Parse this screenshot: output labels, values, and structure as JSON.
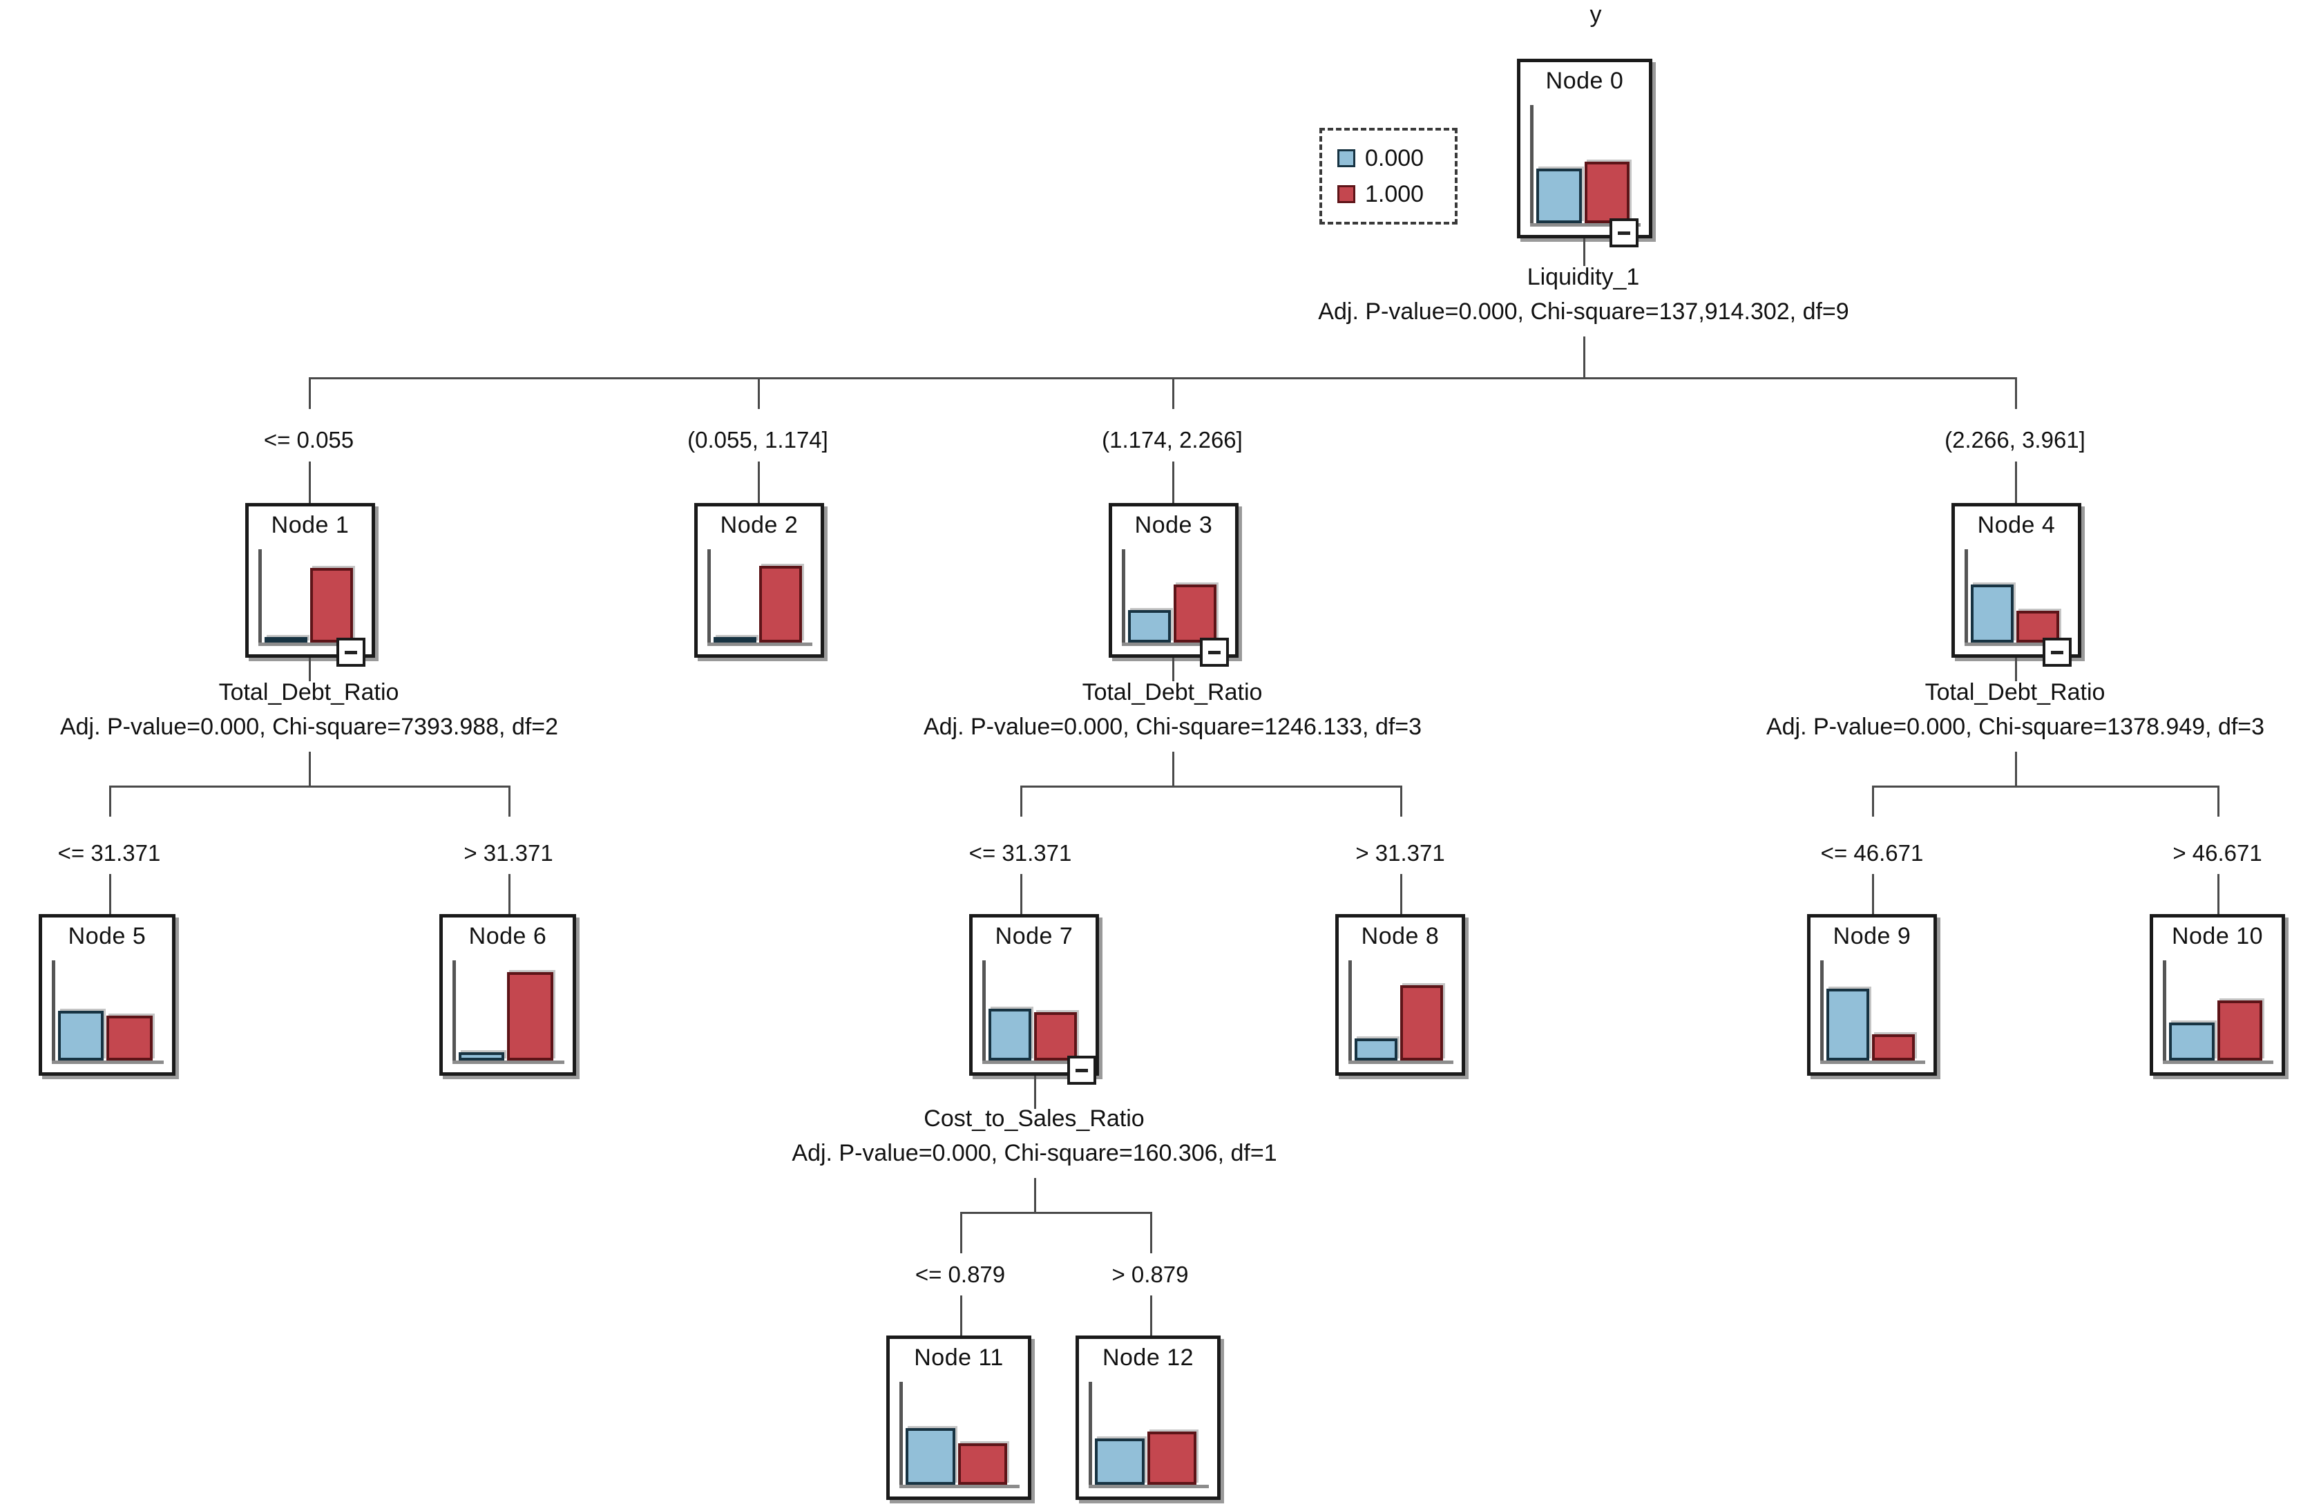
{
  "diagram": {
    "root_label": "y",
    "type": "chaid-decision-tree"
  },
  "legend": {
    "items": [
      {
        "label": "0.000",
        "color": "#92BFD8",
        "name": "class-0"
      },
      {
        "label": "1.000",
        "color": "#C4474F",
        "name": "class-1"
      }
    ]
  },
  "nodes": [
    {
      "id": 0,
      "title": "Node 0",
      "blue": 46,
      "red": 52
    },
    {
      "id": 1,
      "title": "Node 1",
      "blue": 5,
      "red": 80
    },
    {
      "id": 2,
      "title": "Node 2",
      "blue": 5,
      "red": 82
    },
    {
      "id": 3,
      "title": "Node 3",
      "blue": 35,
      "red": 62
    },
    {
      "id": 4,
      "title": "Node 4",
      "blue": 62,
      "red": 34
    },
    {
      "id": 5,
      "title": "Node 5",
      "blue": 50,
      "red": 45
    },
    {
      "id": 6,
      "title": "Node 6",
      "blue": 8,
      "red": 88
    },
    {
      "id": 7,
      "title": "Node 7",
      "blue": 52,
      "red": 48
    },
    {
      "id": 8,
      "title": "Node 8",
      "blue": 22,
      "red": 75
    },
    {
      "id": 9,
      "title": "Node 9",
      "blue": 72,
      "red": 26
    },
    {
      "id": 10,
      "title": "Node 10",
      "blue": 38,
      "red": 60
    },
    {
      "id": 11,
      "title": "Node 11",
      "blue": 55,
      "red": 40
    },
    {
      "id": 12,
      "title": "Node 12",
      "blue": 45,
      "red": 52
    }
  ],
  "splits": [
    {
      "parent": 0,
      "variable": "Liquidity_1",
      "stats": "Adj. P-value=0.000, Chi-square=137,914.302, df=9"
    },
    {
      "parent": 1,
      "variable": "Total_Debt_Ratio",
      "stats": "Adj. P-value=0.000, Chi-square=7393.988, df=2"
    },
    {
      "parent": 3,
      "variable": "Total_Debt_Ratio",
      "stats": "Adj. P-value=0.000, Chi-square=1246.133, df=3"
    },
    {
      "parent": 4,
      "variable": "Total_Debt_Ratio",
      "stats": "Adj. P-value=0.000, Chi-square=1378.949, df=3"
    },
    {
      "parent": 7,
      "variable": "Cost_to_Sales_Ratio",
      "stats": "Adj. P-value=0.000, Chi-square=160.306, df=1"
    }
  ],
  "edge_labels": {
    "root": [
      "<= 0.055",
      "(0.055, 1.174]",
      "(1.174, 2.266]",
      "(2.266, 3.961]"
    ],
    "node1": [
      "<= 31.371",
      "> 31.371"
    ],
    "node3": [
      "<= 31.371",
      ">  31.371"
    ],
    "node4": [
      "<= 46.671",
      "> 46.671"
    ],
    "node7": [
      "<= 0.879",
      "> 0.879"
    ]
  },
  "chart_data": {
    "type": "bar",
    "title": "CHAID decision tree — target y",
    "legend_position": "top-left",
    "categories": [
      "0.000",
      "1.000"
    ],
    "colors": {
      "0.000": "#92BFD8",
      "1.000": "#C4474F"
    },
    "nodes": [
      {
        "node": "Node 0",
        "values": [
          46,
          52
        ]
      },
      {
        "node": "Node 1",
        "values": [
          5,
          80
        ]
      },
      {
        "node": "Node 2",
        "values": [
          5,
          82
        ]
      },
      {
        "node": "Node 3",
        "values": [
          35,
          62
        ]
      },
      {
        "node": "Node 4",
        "values": [
          62,
          34
        ]
      },
      {
        "node": "Node 5",
        "values": [
          50,
          45
        ]
      },
      {
        "node": "Node 6",
        "values": [
          8,
          88
        ]
      },
      {
        "node": "Node 7",
        "values": [
          52,
          48
        ]
      },
      {
        "node": "Node 8",
        "values": [
          22,
          75
        ]
      },
      {
        "node": "Node 9",
        "values": [
          72,
          26
        ]
      },
      {
        "node": "Node 10",
        "values": [
          38,
          60
        ]
      },
      {
        "node": "Node 11",
        "values": [
          55,
          40
        ]
      },
      {
        "node": "Node 12",
        "values": [
          45,
          52
        ]
      }
    ]
  }
}
